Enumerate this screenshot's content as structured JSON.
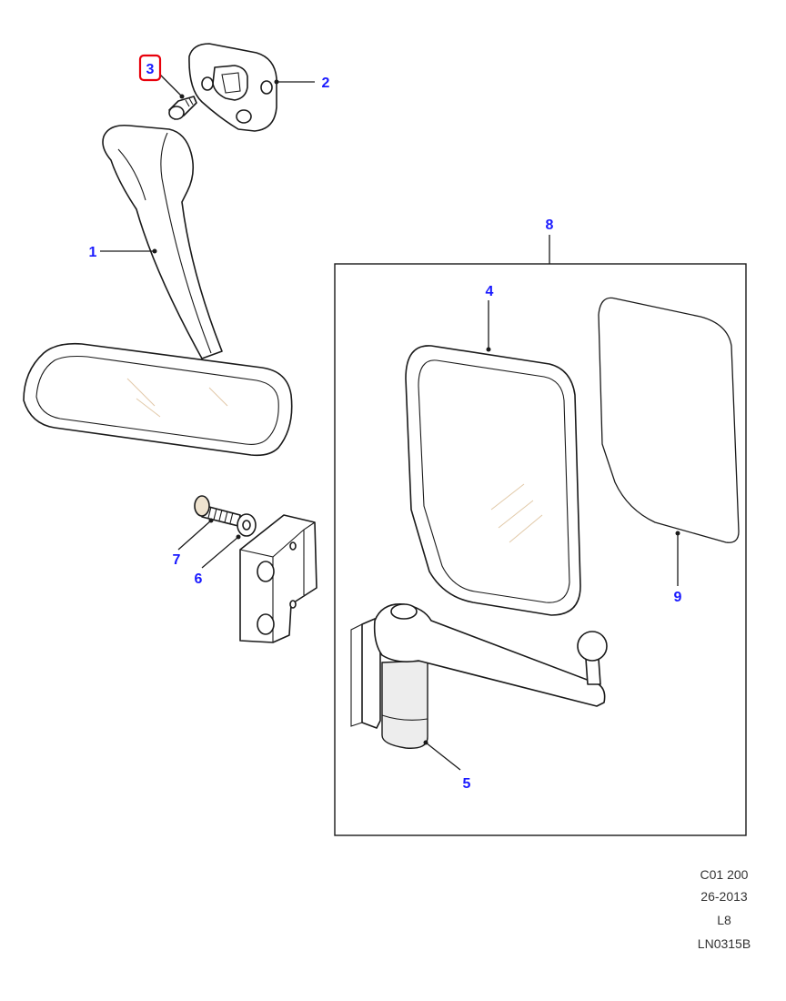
{
  "callouts": {
    "c1": "1",
    "c2": "2",
    "c3": "3",
    "c4": "4",
    "c5": "5",
    "c6": "6",
    "c7": "7",
    "c8": "8",
    "c9": "9"
  },
  "highlight": {
    "target": "3",
    "color": "#e8000b"
  },
  "callout_color": "#1a1aff",
  "reference": {
    "line1": "C01 200",
    "line2": "26-2013",
    "line3": "L8",
    "line4": "LN0315B"
  }
}
